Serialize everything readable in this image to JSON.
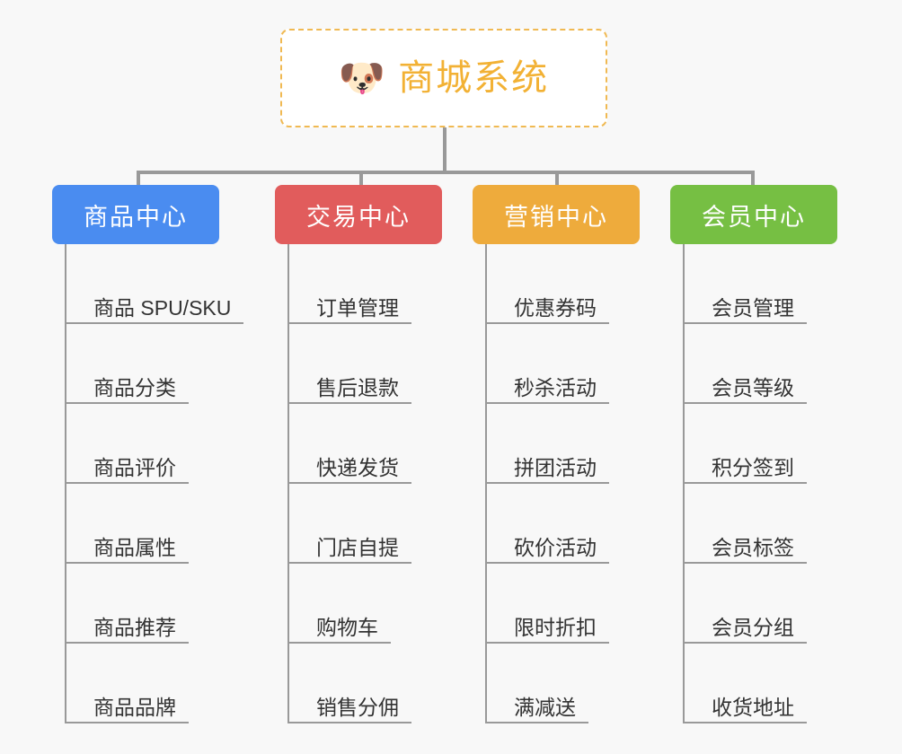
{
  "page": {
    "background_color": "#f8f8f8",
    "line_color": "#999999",
    "leaf_text_color": "#333333"
  },
  "root": {
    "icon": "shiba-dog-face-emoji",
    "emoji": "🐶",
    "title": "商城系统",
    "accent_color": "#f2b134",
    "border_style": "dashed",
    "background": "#ffffff"
  },
  "branches": [
    {
      "label": "商品中心",
      "color": "#4a8cf0",
      "items": [
        "商品 SPU/SKU",
        "商品分类",
        "商品评价",
        "商品属性",
        "商品推荐",
        "商品品牌"
      ]
    },
    {
      "label": "交易中心",
      "color": "#e15c5c",
      "items": [
        "订单管理",
        "售后退款",
        "快递发货",
        "门店自提",
        "购物车",
        "销售分佣"
      ]
    },
    {
      "label": "营销中心",
      "color": "#eeab3c",
      "items": [
        "优惠券码",
        "秒杀活动",
        "拼团活动",
        "砍价活动",
        "限时折扣",
        "满减送"
      ]
    },
    {
      "label": "会员中心",
      "color": "#76bf43",
      "items": [
        "会员管理",
        "会员等级",
        "积分签到",
        "会员标签",
        "会员分组",
        "收货地址"
      ]
    }
  ]
}
